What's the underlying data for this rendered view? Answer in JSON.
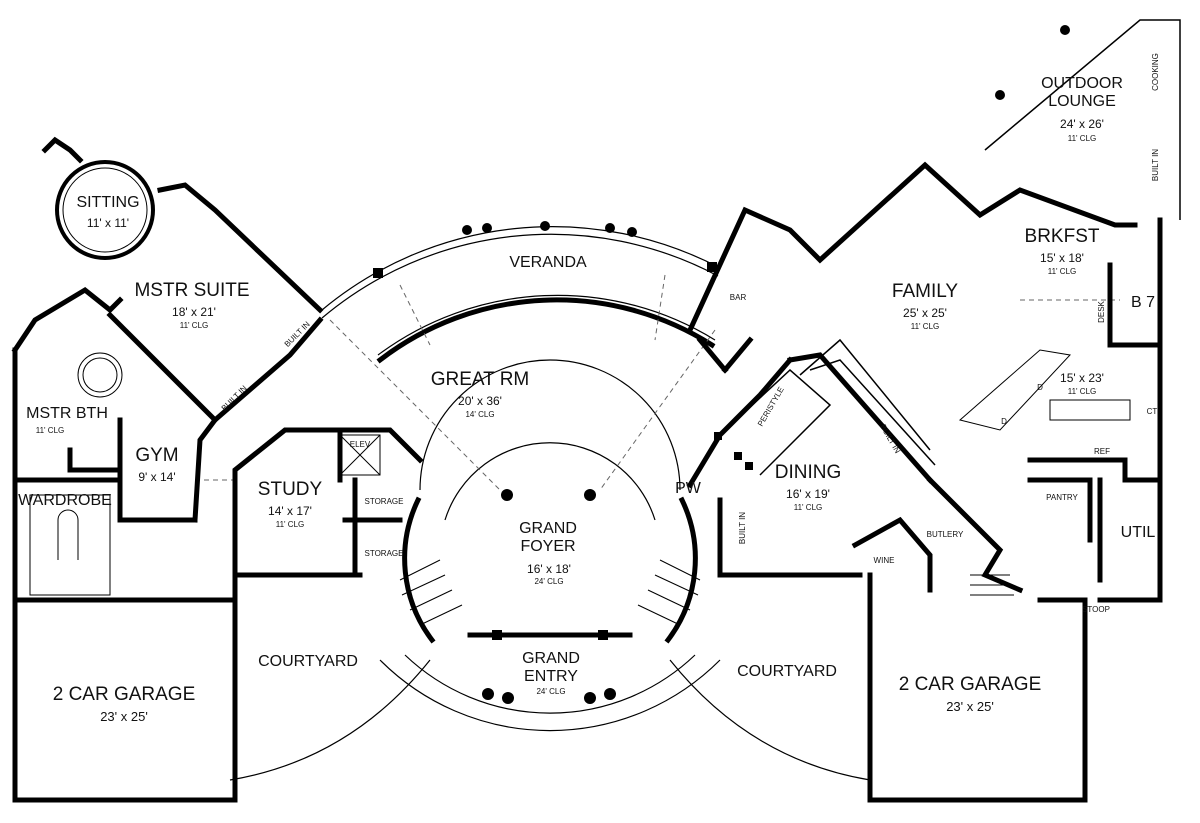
{
  "rooms": {
    "sitting": {
      "name": "SITTING",
      "dim": "11' x 11'"
    },
    "mstr_suite": {
      "name": "MSTR SUITE",
      "dim": "18' x 21'",
      "clg": "11' CLG"
    },
    "veranda": {
      "name": "VERANDA"
    },
    "bar": {
      "name": "BAR"
    },
    "outdoor_lounge": {
      "name_l1": "OUTDOOR",
      "name_l2": "LOUNGE",
      "dim": "24' x 26'",
      "clg": "11' CLG"
    },
    "cooking": {
      "name": "COOKING"
    },
    "built_in_ne": {
      "name": "BUILT IN"
    },
    "brkfst": {
      "name": "BRKFST",
      "dim": "15' x 18'",
      "clg": "11' CLG"
    },
    "family": {
      "name": "FAMILY",
      "dim": "25' x 25'",
      "clg": "11' CLG"
    },
    "b7": {
      "name": "B 7"
    },
    "desk": {
      "name": "DESK"
    },
    "kitchen": {
      "dim": "15' x 23'",
      "clg": "11' CLG"
    },
    "d1": {
      "name": "D"
    },
    "d2": {
      "name": "D"
    },
    "ct": {
      "name": "CT"
    },
    "ref": {
      "name": "REF"
    },
    "pantry": {
      "name": "PANTRY"
    },
    "util": {
      "name": "UTIL"
    },
    "stoop": {
      "name": "STOOP"
    },
    "great_rm": {
      "name": "GREAT RM",
      "dim": "20' x 36'",
      "clg": "14' CLG"
    },
    "built_in_1": {
      "name": "BUILT IN"
    },
    "built_in_2": {
      "name": "BUILT IN"
    },
    "mstr_bth": {
      "name": "MSTR BTH",
      "clg": "11' CLG"
    },
    "gym": {
      "name": "GYM",
      "dim": "9' x 14'"
    },
    "wardrobe": {
      "name": "WARDROBE"
    },
    "elev": {
      "name": "ELEV"
    },
    "storage_1": {
      "name": "STORAGE"
    },
    "storage_2": {
      "name": "STORAGE"
    },
    "study": {
      "name": "STUDY",
      "dim": "14' x 17'",
      "clg": "11' CLG"
    },
    "peristyle": {
      "name": "PERISTYLE"
    },
    "built_in_dining": {
      "name": "BUILT IN"
    },
    "pw": {
      "name": "PW"
    },
    "dining": {
      "name": "DINING",
      "dim": "16' x 19'",
      "clg": "11' CLG"
    },
    "built_in_3": {
      "name": "BUILT IN"
    },
    "butlery": {
      "name": "BUTLERY"
    },
    "wine": {
      "name": "WINE"
    },
    "grand_foyer": {
      "name_l1": "GRAND",
      "name_l2": "FOYER",
      "dim": "16' x 18'",
      "clg": "24' CLG"
    },
    "grand_entry": {
      "name_l1": "GRAND",
      "name_l2": "ENTRY",
      "clg": "24' CLG"
    },
    "courtyard_w": {
      "name": "COURTYARD"
    },
    "courtyard_e": {
      "name": "COURTYARD"
    },
    "garage_w": {
      "name": "2 CAR GARAGE",
      "dim": "23' x 25'"
    },
    "garage_e": {
      "name": "2 CAR GARAGE",
      "dim": "23' x 25'"
    }
  }
}
